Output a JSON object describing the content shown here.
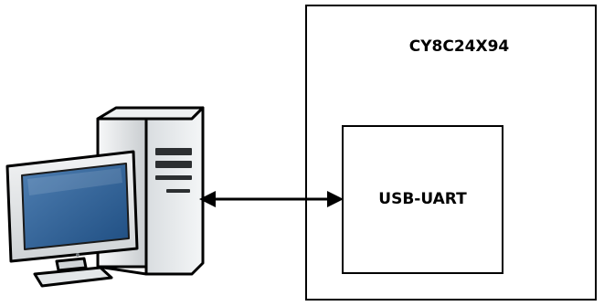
{
  "diagram": {
    "chip": {
      "label": "CY8C24X94"
    },
    "module": {
      "label": "USB-UART"
    },
    "host": {
      "icon": "desktop-computer-icon"
    },
    "link": {
      "type": "bidirectional-arrow"
    }
  }
}
